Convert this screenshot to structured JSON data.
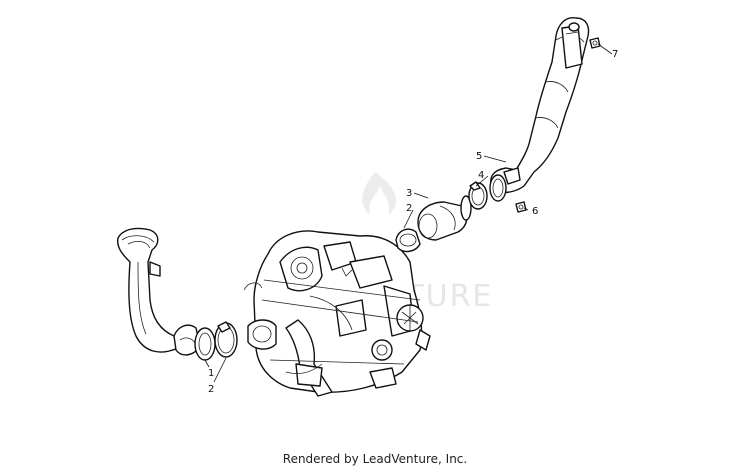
{
  "diagram": {
    "watermark_text": "LEADVENTURE",
    "callouts": {
      "c1": "1",
      "c2a": "2",
      "c2b": "2",
      "c3": "3",
      "c4": "4",
      "c5": "5",
      "c6": "6",
      "c7": "7"
    }
  },
  "footer": {
    "text": "Rendered by LeadVenture, Inc."
  }
}
